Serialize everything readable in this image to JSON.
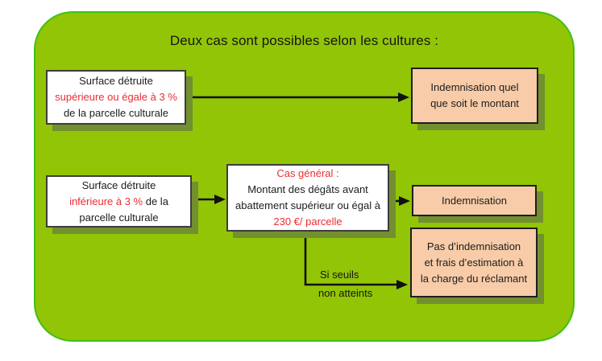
{
  "title": "Deux cas sont possibles selon les cultures :",
  "palette": {
    "panel_fill": "#92C506",
    "panel_border": "#40BF17",
    "box_shadow_olive": "#72902F",
    "peach_fill": "#F8CCA8",
    "white_fill": "#FFFFFF",
    "red_text": "#EB2D33",
    "dark_text": "#1C1C1C"
  },
  "flowchart": {
    "surface_superieure_box": {
      "line1": "Surface détruite",
      "line2": "supérieure ou égale à 3 %",
      "line3": "de la parcelle culturale"
    },
    "indemnisation_quel_montant_box": {
      "line1": "Indemnisation quel",
      "line2": "que soit le montant"
    },
    "surface_inferieure_box": {
      "line1": "Surface détruite",
      "line2_red": "inférieure à 3 %",
      "line2_rest": " de la",
      "line3": "parcelle culturale"
    },
    "cas_general_box": {
      "line1": "Cas général :",
      "line2": "Montant des dégâts avant",
      "line3": "abattement supérieur ou égal à",
      "line4": "230 €/ parcelle"
    },
    "indemnisation_box": {
      "line1": "Indemnisation"
    },
    "pas_indemnisation_box": {
      "line1": "Pas d’indemnisation",
      "line2": "et frais d’estimation à",
      "line3": "la charge du réclamant"
    },
    "threshold_arrow_label": {
      "line1": "Si seuils",
      "line2": "non atteints"
    }
  }
}
